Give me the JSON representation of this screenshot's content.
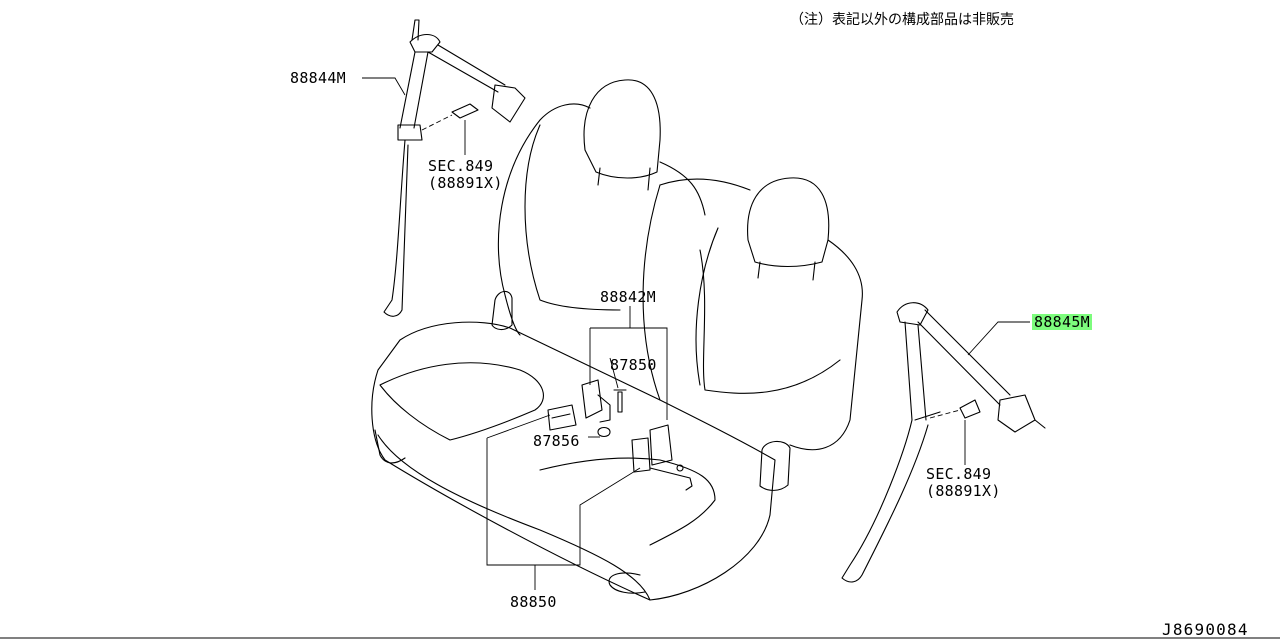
{
  "note": "（注）表記以外の構成部品は非販売",
  "callouts": {
    "belt_left": "88844M",
    "sec_left": "SEC.849",
    "sec_left_ref": "(88891X)",
    "center_assy": "88842M",
    "bolt": "87850",
    "bracket": "87856",
    "buckle_assy": "88850",
    "belt_right": "88845M",
    "sec_right": "SEC.849",
    "sec_right_ref": "(88891X)"
  },
  "highlighted_part": "88845M",
  "highlight_color": "#7dfc7d",
  "diagram_ref": "J8690084"
}
